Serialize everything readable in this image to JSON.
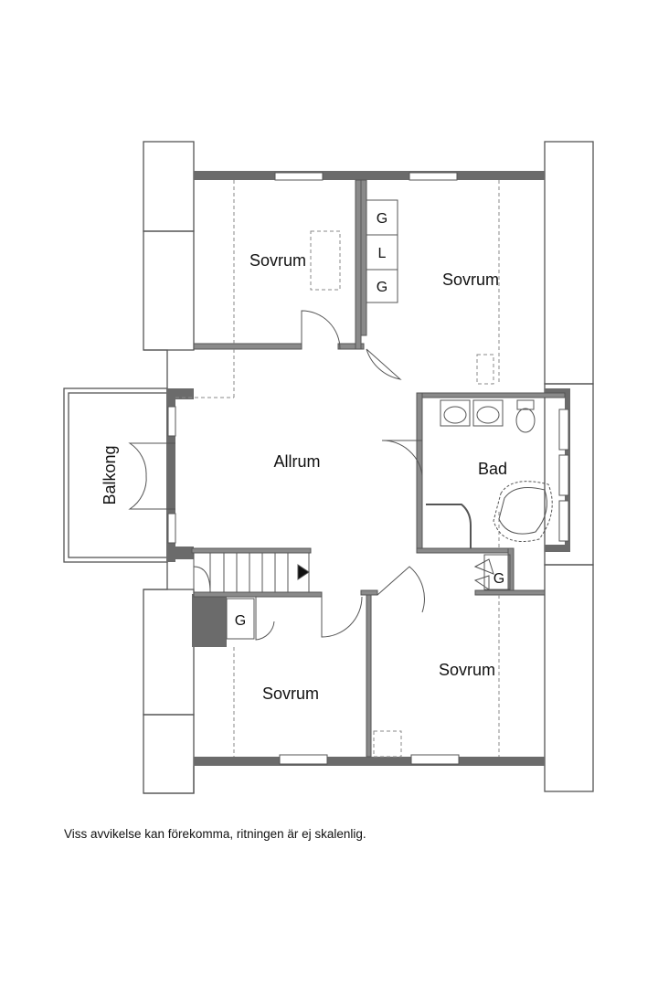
{
  "rooms": {
    "sovrum_nw": "Sovrum",
    "sovrum_ne": "Sovrum",
    "allrum": "Allrum",
    "balkong": "Balkong",
    "bad": "Bad",
    "sovrum_sw": "Sovrum",
    "sovrum_se": "Sovrum"
  },
  "closets": {
    "g1": "G",
    "l": "L",
    "g2": "G",
    "g_bath": "G",
    "g_sw": "G"
  },
  "disclaimer": "Viss avvikelse kan förekomma, ritningen är ej skalenlig.",
  "colors": {
    "wall": "#6b6b6b",
    "outline": "#555555",
    "dashed": "#8a8a8a",
    "fill": "#ffffff"
  }
}
